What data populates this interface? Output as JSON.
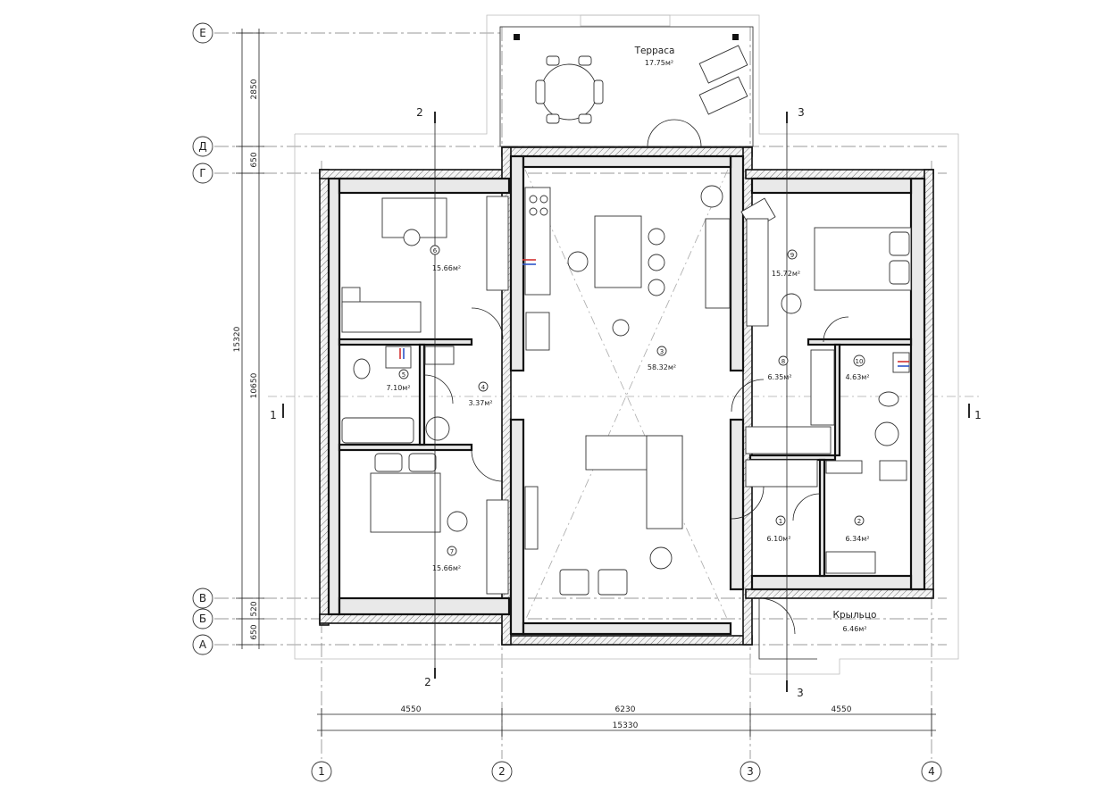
{
  "axes": {
    "vertical": [
      {
        "label": "1"
      },
      {
        "label": "2"
      },
      {
        "label": "3"
      },
      {
        "label": "4"
      }
    ],
    "horizontal": [
      {
        "label": "Е"
      },
      {
        "label": "Д"
      },
      {
        "label": "Г"
      },
      {
        "label": "В"
      },
      {
        "label": "Б"
      },
      {
        "label": "А"
      }
    ]
  },
  "dimensions": {
    "bottom_segments": [
      "4550",
      "6230",
      "4550"
    ],
    "bottom_total": "15330",
    "left_segments": [
      "2850",
      "650",
      "10650",
      "520",
      "650"
    ],
    "left_total": "15320"
  },
  "sections": {
    "s1_left": "1",
    "s1_right": "1",
    "s2_top": "2",
    "s2_bottom": "2",
    "s3_top": "3",
    "s3_bottom": "3"
  },
  "rooms": [
    {
      "number": "1",
      "area": "6.10м²"
    },
    {
      "number": "2",
      "area": "6.34м²"
    },
    {
      "number": "3",
      "area": "58.32м²"
    },
    {
      "number": "4",
      "area": "3.37м²"
    },
    {
      "number": "5",
      "area": "7.10м²"
    },
    {
      "number": "6",
      "area": "15.66м²"
    },
    {
      "number": "7",
      "area": "15.66м²"
    },
    {
      "number": "8",
      "area": "6.35м²"
    },
    {
      "number": "9",
      "area": "15.72м²"
    },
    {
      "number": "10",
      "area": "4.63м²"
    }
  ],
  "outdoor": {
    "terrace_name": "Терраса",
    "terrace_area": "17.75м²",
    "porch_name": "Крыльцо",
    "porch_area": "6.46м²"
  },
  "colors": {
    "wall_fill": "#e9e9e9",
    "wall_stroke": "#111111",
    "plumbing_red": "#d23030",
    "plumbing_blue": "#2d55c8"
  }
}
